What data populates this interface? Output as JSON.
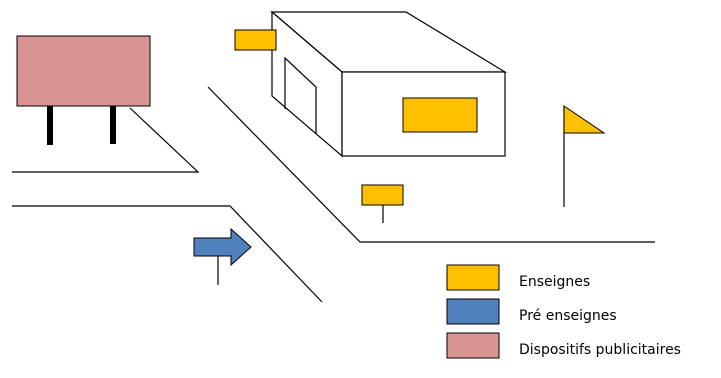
{
  "colors": {
    "enseigne": "#FFC000",
    "pre_enseigne": "#4F81BD",
    "publicitaire": "#D99594",
    "stroke": "#000000"
  },
  "legend": {
    "items": [
      {
        "label": "Enseignes",
        "color_key": "enseigne"
      },
      {
        "label": "Pré enseignes",
        "color_key": "pre_enseigne"
      },
      {
        "label": "Dispositifs publicitaires",
        "color_key": "publicitaire"
      }
    ]
  }
}
